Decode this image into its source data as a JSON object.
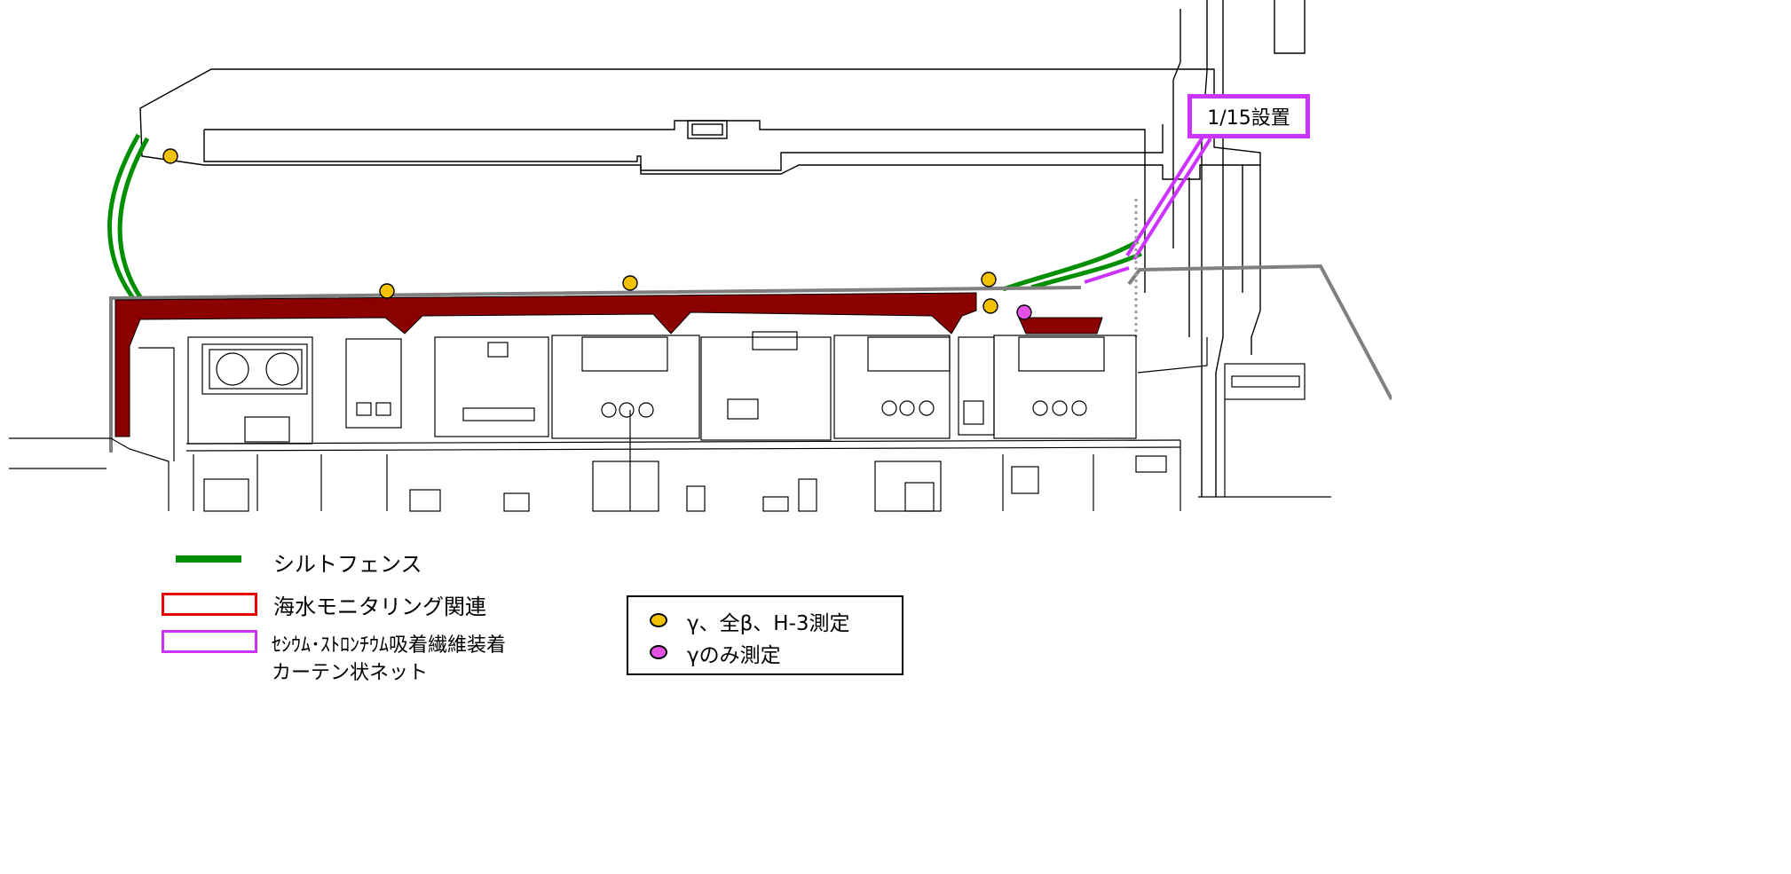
{
  "callout": {
    "text": "1/15設置"
  },
  "legend": {
    "silt_fence": {
      "label": "シルトフェンス",
      "color": "#008f00"
    },
    "seawater": {
      "label": "海水モニタリング関連",
      "color": "#e60000"
    },
    "curtain": {
      "label_line1": "ｾｼｳﾑ･ｽﾄﾛﾝﾁｳﾑ吸着繊維装着",
      "label_line2": "カーテン状ネット",
      "color": "#cc33ff"
    }
  },
  "sampling": {
    "gamma_beta_h3": {
      "label": "γ、全β、H-3測定",
      "color": "#f2c100"
    },
    "gamma_only": {
      "label": "γのみ測定",
      "color": "#e44fe4"
    }
  },
  "colors": {
    "monitoring_area": "#8b0000",
    "wall": "#808080"
  }
}
